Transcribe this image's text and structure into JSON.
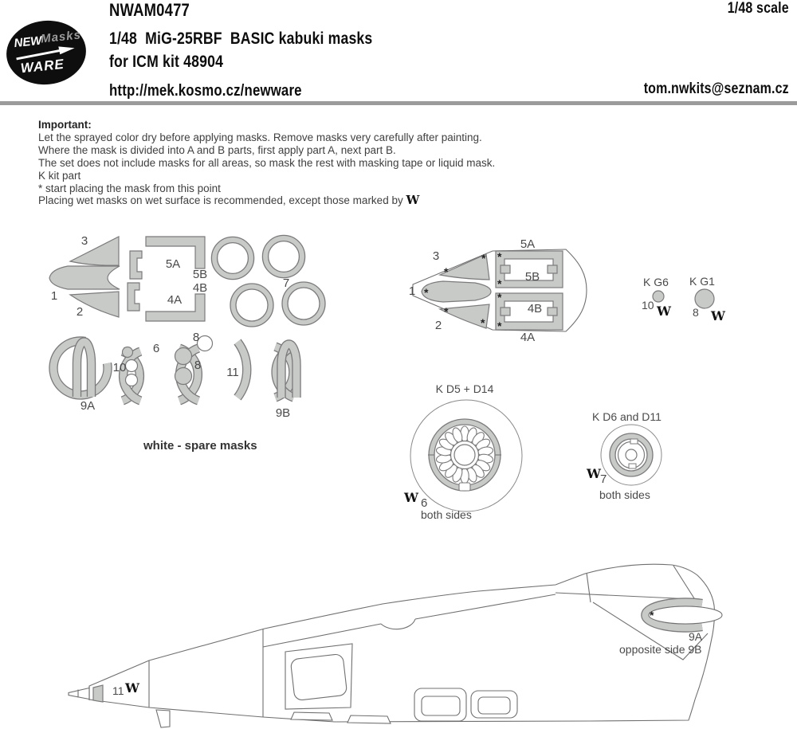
{
  "header": {
    "logo": {
      "word1": "NEW",
      "word2": "Masks",
      "word3": "WARE"
    },
    "product_code": "NWAM0477",
    "scale_note": "1/48 scale",
    "title": "1/48  MiG-25RBF  BASIC kabuki masks",
    "kit_note": "for ICM kit 48904",
    "url": "http://mek.kosmo.cz/newware",
    "email": "tom.nwkits@seznam.cz"
  },
  "important": {
    "heading": "Important:",
    "lines": [
      "Let the sprayed color dry before applying masks. Remove masks very carefully after painting.",
      "Where the mask is divided into A and B parts, first apply part A, next part B.",
      "The set does not include masks for all areas, so mask the rest with masking tape or liquid mask.",
      "K kit part",
      "*  start placing the mask from this point"
    ],
    "last_line_prefix": "Placing wet masks on wet surface is recommended, except those marked by ",
    "w_mark": "W"
  },
  "spares": {
    "caption": "white - spare masks",
    "labels": {
      "n1": "1",
      "n2": "2",
      "n3": "3",
      "n5A": "5A",
      "n5B": "5B",
      "n4A": "4A",
      "n4B": "4B",
      "n6": "6",
      "n7": "7",
      "n8": "8",
      "n9A": "9A",
      "n9B": "9B",
      "n10": "10",
      "n11": "11"
    }
  },
  "canopy": {
    "labels": {
      "n1": "1",
      "n2": "2",
      "n3": "3",
      "n5A": "5A",
      "n5B": "5B",
      "n4A": "4A",
      "n4B": "4B"
    },
    "asterisk": "*"
  },
  "parts": {
    "kg6": {
      "title": "K G6",
      "num": "10",
      "w": "W"
    },
    "kg1": {
      "title": "K G1",
      "num": "8",
      "w": "W"
    },
    "wheel_main": {
      "title": "K D5 + D14",
      "num": "6",
      "w": "W",
      "caption": "both sides"
    },
    "wheel_nose": {
      "title": "K D6 and D11",
      "num": "7",
      "w": "W",
      "caption": "both sides"
    }
  },
  "aircraft": {
    "label_9A": "9A",
    "opposite_side": "opposite side 9B",
    "label_11": "11",
    "w": "W",
    "asterisk": "*"
  },
  "colors": {
    "mask_fill": "#c8cac8",
    "mask_outline": "#7b7b7b",
    "line": "#707070",
    "text_body": "#3f3f3f",
    "divider": "#9b9b9b"
  }
}
